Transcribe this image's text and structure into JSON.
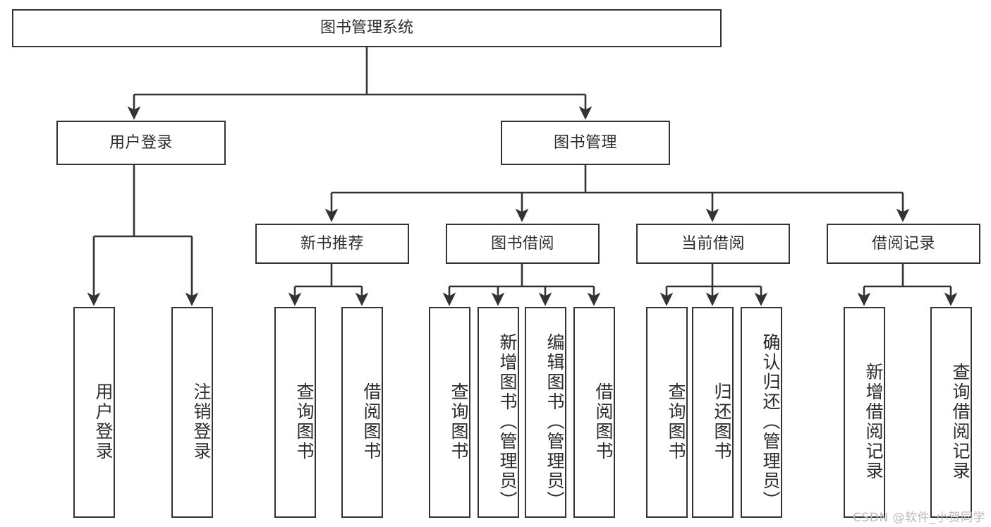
{
  "diagram": {
    "title": "图书管理系统",
    "type": "tree-hierarchy",
    "root": {
      "label": "图书管理系统"
    },
    "level2": [
      {
        "label": "用户登录"
      },
      {
        "label": "图书管理"
      }
    ],
    "level3": [
      {
        "label": "新书推荐"
      },
      {
        "label": "图书借阅"
      },
      {
        "label": "当前借阅"
      },
      {
        "label": "借阅记录"
      }
    ],
    "leaves": {
      "user_login": [
        {
          "label": "用户登录"
        },
        {
          "label": "注销登录"
        }
      ],
      "new_book_recommend": [
        {
          "label": "查询图书"
        },
        {
          "label": "借阅图书"
        }
      ],
      "book_borrow": [
        {
          "label": "查询图书"
        },
        {
          "label": "新增图书（管理员）"
        },
        {
          "label": "编辑图书（管理员）"
        },
        {
          "label": "借阅图书"
        }
      ],
      "current_borrow": [
        {
          "label": "查询图书"
        },
        {
          "label": "归还图书"
        },
        {
          "label": "确认归还（管理员）"
        }
      ],
      "borrow_record": [
        {
          "label": "新增借阅记录"
        },
        {
          "label": "查询借阅记录"
        }
      ]
    }
  },
  "watermark": {
    "text": "CSDN @软件_小贺同学"
  },
  "colors": {
    "border": "#333333",
    "text": "#2b2b2b",
    "background": "#ffffff",
    "watermark": "#b9b9b9"
  }
}
